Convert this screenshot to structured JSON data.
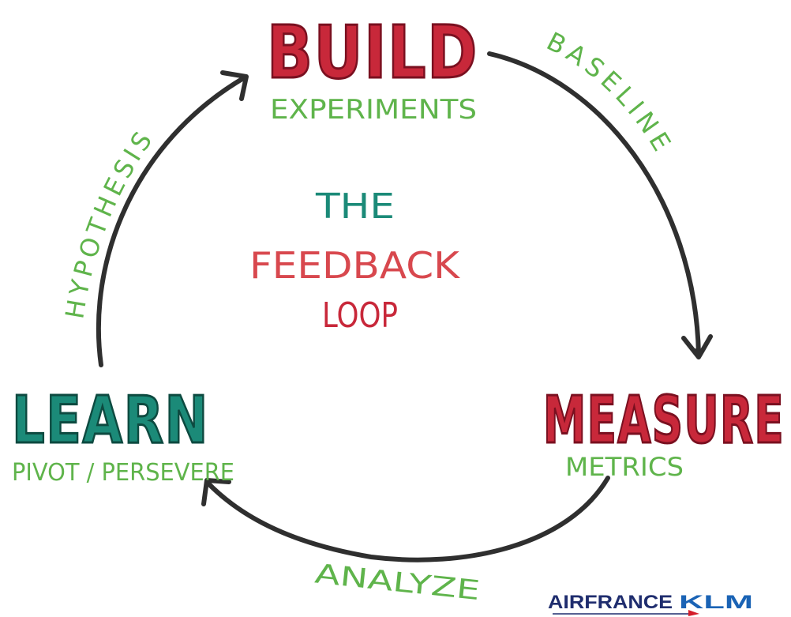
{
  "colors": {
    "red": "#c8283a",
    "teal": "#1b8a78",
    "green": "#5fb44b",
    "ink": "#2f2f2f",
    "navy": "#1f2d6e",
    "logo_blue": "#1a63b5",
    "logo_red": "#d41c2a"
  },
  "nodes": {
    "build": {
      "title": "BUILD",
      "subtitle": "EXPERIMENTS"
    },
    "measure": {
      "title": "MEASURE",
      "subtitle": "METRICS"
    },
    "learn": {
      "title": "LEARN",
      "subtitle": "PIVOT / PERSEVERE"
    }
  },
  "edges": {
    "build_to_measure": "BASELINE",
    "measure_to_learn": "ANALYZE",
    "learn_to_build": "HYPOTHESIS"
  },
  "center": {
    "line1": "THE",
    "line2": "FEEDBACK",
    "line3": "LOOP"
  },
  "logo": {
    "part1": "AIRFRANCE",
    "part2": "KLM"
  }
}
